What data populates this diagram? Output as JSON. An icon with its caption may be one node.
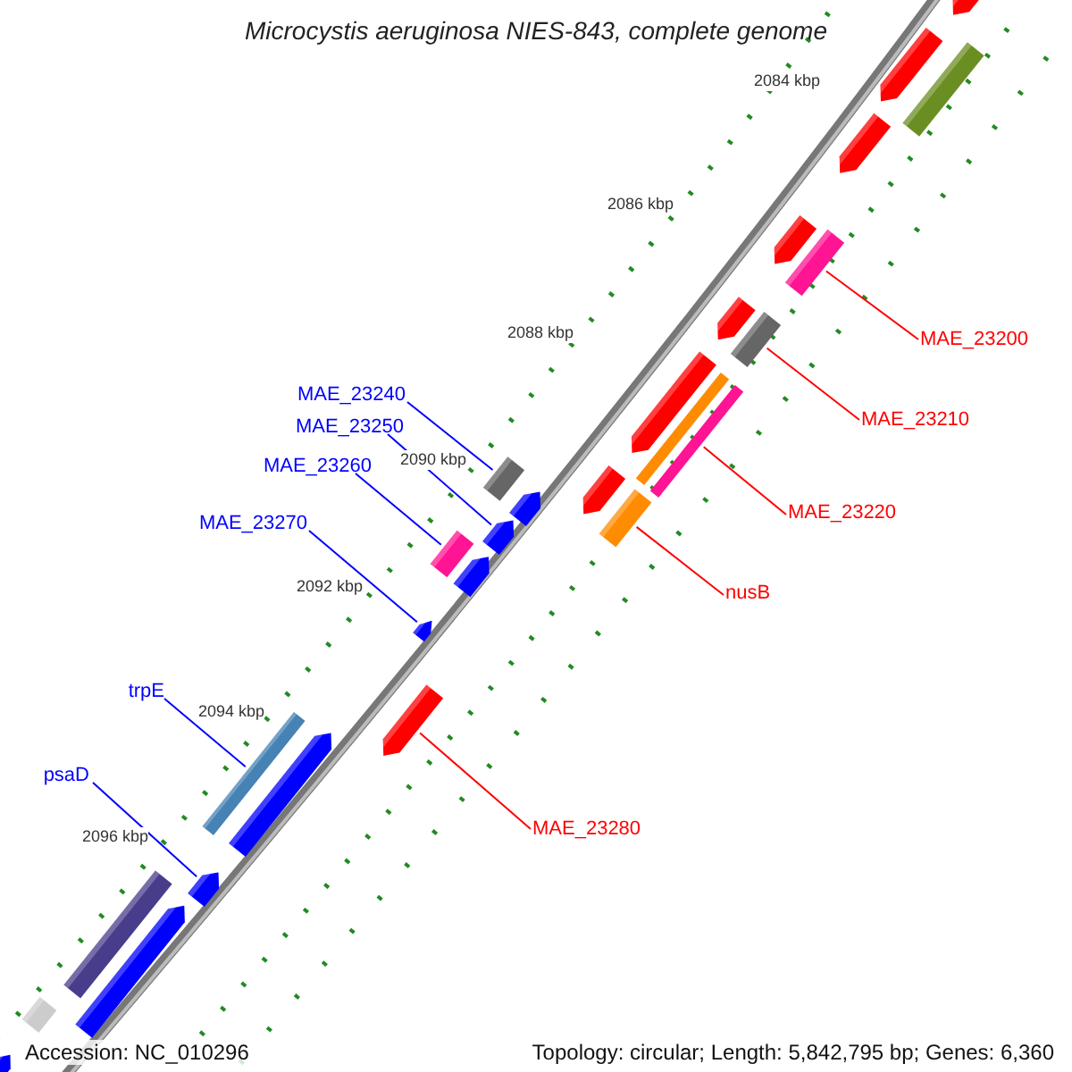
{
  "diagram": {
    "title": "Microcystis aeruginosa NIES-843, complete genome",
    "nodes": [
      {
        "text": [
          "MAE_23200"
        ]
      },
      {
        "text": [
          "MAE_23240"
        ]
      },
      {
        "text": [
          "MAE_23210"
        ]
      },
      {
        "text": [
          "MAE_23250"
        ]
      },
      {
        "text": [
          "MAE_23260"
        ]
      },
      {
        "text": [
          "MAE_23220"
        ]
      },
      {
        "text": [
          "MAE_23270"
        ]
      },
      {
        "text": [
          "nusB"
        ]
      },
      {
        "text": [
          "trpE"
        ]
      },
      {
        "text": [
          "psaD"
        ]
      },
      {
        "text": [
          "MAE_23280"
        ]
      },
      {
        "text": [],
        "shape": "arrow"
      },
      {
        "text": [],
        "shape": "arrow"
      },
      {
        "text": [],
        "shape": "bar"
      },
      {
        "text": [],
        "shape": "arrow"
      },
      {
        "text": [],
        "shape": "arrow"
      },
      {
        "text": [],
        "shape": "bar"
      },
      {
        "text": [],
        "shape": "arrow"
      },
      {
        "text": [],
        "shape": "bar"
      },
      {
        "text": [],
        "shape": "arrow"
      },
      {
        "text": [],
        "shape": "bar"
      },
      {
        "text": [],
        "shape": "bar"
      },
      {
        "text": [],
        "shape": "bar"
      },
      {
        "text": [],
        "shape": "arrow"
      },
      {
        "text": [],
        "shape": "arrow"
      },
      {
        "text": [],
        "shape": "bar"
      },
      {
        "text": [],
        "shape": "arrow"
      },
      {
        "text": [],
        "shape": "bar"
      },
      {
        "text": [],
        "shape": "arrow"
      },
      {
        "text": [],
        "shape": "arrow"
      },
      {
        "text": [],
        "shape": "arrow"
      },
      {
        "text": [],
        "shape": "bar"
      },
      {
        "text": [],
        "shape": "arrow"
      },
      {
        "text": [],
        "shape": "arrow"
      },
      {
        "text": [],
        "shape": "bar"
      },
      {
        "text": [],
        "shape": "arrow"
      },
      {
        "text": [],
        "shape": "bar"
      },
      {
        "text": [],
        "shape": "arrow"
      }
    ],
    "edges": [
      {
        "from": 0,
        "to": 16,
        "arrow": "none",
        "color": "#ff0000"
      },
      {
        "from": 1,
        "to": 22,
        "arrow": "none"
      },
      {
        "from": 2,
        "to": 18,
        "arrow": "none",
        "color": "#ff0000"
      },
      {
        "from": 3,
        "to": 26,
        "arrow": "none"
      },
      {
        "from": 4,
        "to": 27,
        "arrow": "none"
      },
      {
        "from": 5,
        "to": 21,
        "arrow": "none",
        "color": "#ff0000"
      },
      {
        "from": 6,
        "to": 29,
        "arrow": "none"
      },
      {
        "from": 7,
        "to": 25,
        "arrow": "none",
        "color": "#ff0000"
      },
      {
        "from": 8,
        "to": 31,
        "arrow": "none"
      },
      {
        "from": 9,
        "to": 33,
        "arrow": "none"
      },
      {
        "from": 10,
        "to": 30,
        "arrow": "none",
        "color": "#ff0000"
      }
    ],
    "labels": [
      "2084 kbp",
      "2086 kbp",
      "2088 kbp",
      "2090 kbp",
      "2092 kbp",
      "2094 kbp",
      "2096 kbp",
      "Accession: NC_010296",
      "Topology: circular; Length: 5,842,795 bp; Genes: 6,360"
    ]
  }
}
